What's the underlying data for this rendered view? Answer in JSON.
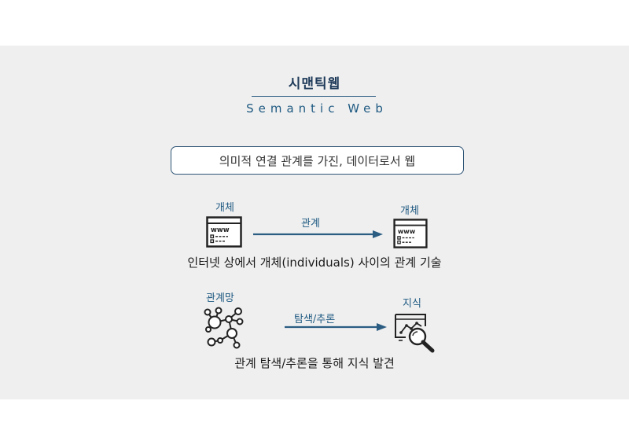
{
  "title": "시맨틱웹",
  "subtitle": "Semantic Web",
  "definition": "의미적 연결 관계를 가진, 데이터로서 웹",
  "row1": {
    "left_label": "개체",
    "right_label": "개체",
    "arrow_label": "관계",
    "icon_text": "www",
    "caption": "인터넷 상에서 개체(individuals) 사이의 관계 기술"
  },
  "row2": {
    "left_label": "관계망",
    "right_label": "지식",
    "arrow_label": "탐색/추론",
    "caption": "관계 탐색/추론을 통해 지식 발견"
  },
  "colors": {
    "accent": "#1f5a82",
    "arrow": "#2b5d83",
    "box_border": "#2f5576",
    "panel": "#efefef"
  }
}
